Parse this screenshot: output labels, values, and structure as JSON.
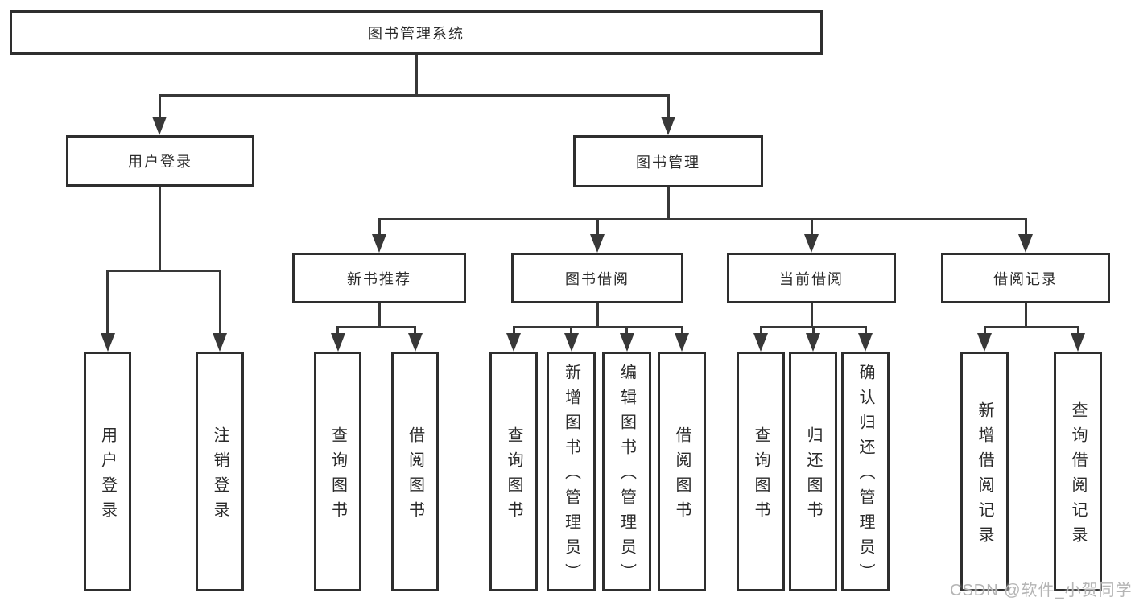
{
  "colors": {
    "line": "#383838",
    "border": "#2e2e2e",
    "text": "#2a2a2a",
    "watermark": "#b5b5b5"
  },
  "tree": {
    "label": "图书管理系统",
    "children": [
      {
        "label": "用户登录",
        "children": [
          {
            "label": "用户登录"
          },
          {
            "label": "注销登录"
          }
        ]
      },
      {
        "label": "图书管理",
        "children": [
          {
            "label": "新书推荐",
            "children": [
              {
                "label": "查询图书"
              },
              {
                "label": "借阅图书"
              }
            ]
          },
          {
            "label": "图书借阅",
            "children": [
              {
                "label": "查询图书"
              },
              {
                "label": "新增图书（管理员）"
              },
              {
                "label": "编辑图书（管理员）"
              },
              {
                "label": "借阅图书"
              }
            ]
          },
          {
            "label": "当前借阅",
            "children": [
              {
                "label": "查询图书"
              },
              {
                "label": "归还图书"
              },
              {
                "label": "确认归还（管理员）"
              }
            ]
          },
          {
            "label": "借阅记录",
            "children": [
              {
                "label": "新增借阅记录"
              },
              {
                "label": "查询借阅记录"
              }
            ]
          }
        ]
      }
    ]
  },
  "watermark": "CSDN @软件_小贺同学"
}
